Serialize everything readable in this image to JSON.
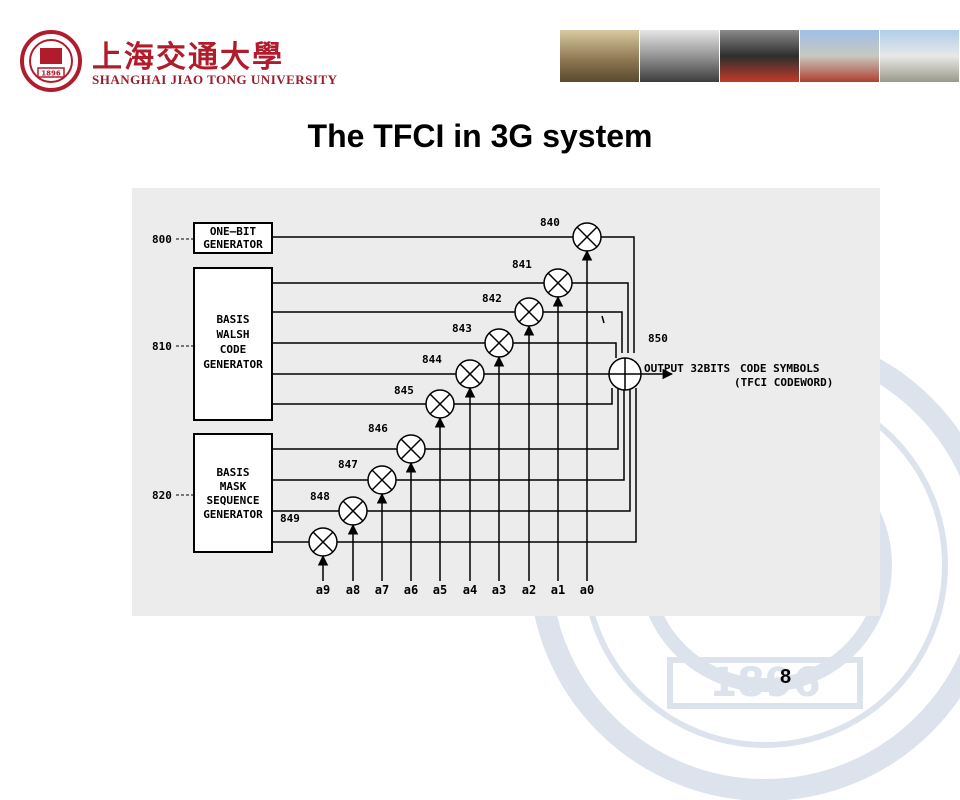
{
  "header": {
    "logo_cn": "上海交通大學",
    "logo_en": "SHANGHAI JIAO TONG UNIVERSITY",
    "seal_year": "1896"
  },
  "slide": {
    "title": "The TFCI in 3G system",
    "page_number": "8"
  },
  "watermark": {
    "year": "1896"
  },
  "diagram": {
    "blocks": {
      "one_bit_line1": "ONE–BIT",
      "one_bit_line2": "GENERATOR",
      "walsh_line1": "BASIS",
      "walsh_line2": "WALSH",
      "walsh_line3": "CODE",
      "walsh_line4": "GENERATOR",
      "mask_line1": "BASIS",
      "mask_line2": "MASK",
      "mask_line3": "SEQUENCE",
      "mask_line4": "GENERATOR"
    },
    "refs": {
      "r800": "800",
      "r810": "810",
      "r820": "820",
      "r840": "840",
      "r841": "841",
      "r842": "842",
      "r843": "843",
      "r844": "844",
      "r845": "845",
      "r846": "846",
      "r847": "847",
      "r848": "848",
      "r849": "849",
      "r850": "850"
    },
    "inputs": {
      "a9": "a9",
      "a8": "a8",
      "a7": "a7",
      "a6": "a6",
      "a5": "a5",
      "a4": "a4",
      "a3": "a3",
      "a2": "a2",
      "a1": "a1",
      "a0": "a0"
    },
    "output_line1": "OUTPUT 32BITS",
    "output_line2": "CODE SYMBOLS",
    "output_line3": "(TFCI CODEWORD)"
  }
}
